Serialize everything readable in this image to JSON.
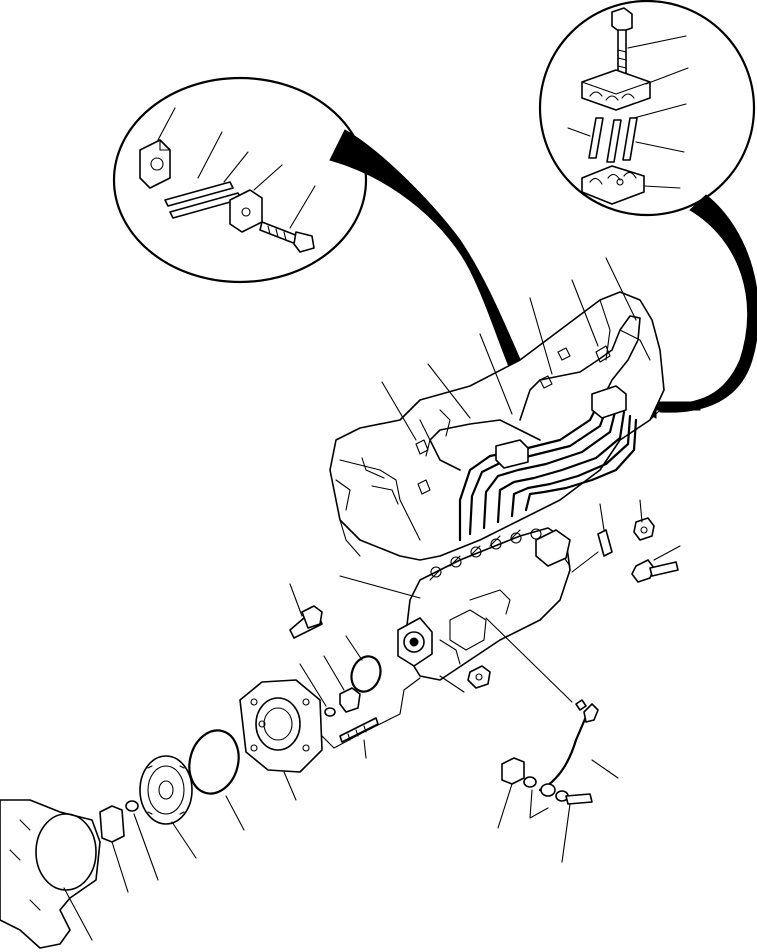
{
  "diagram": {
    "style": "exploded-parts-illustration",
    "line_color": "#000000",
    "background": "#ffffff",
    "detail_callouts": 2,
    "leader_lines": 34
  }
}
